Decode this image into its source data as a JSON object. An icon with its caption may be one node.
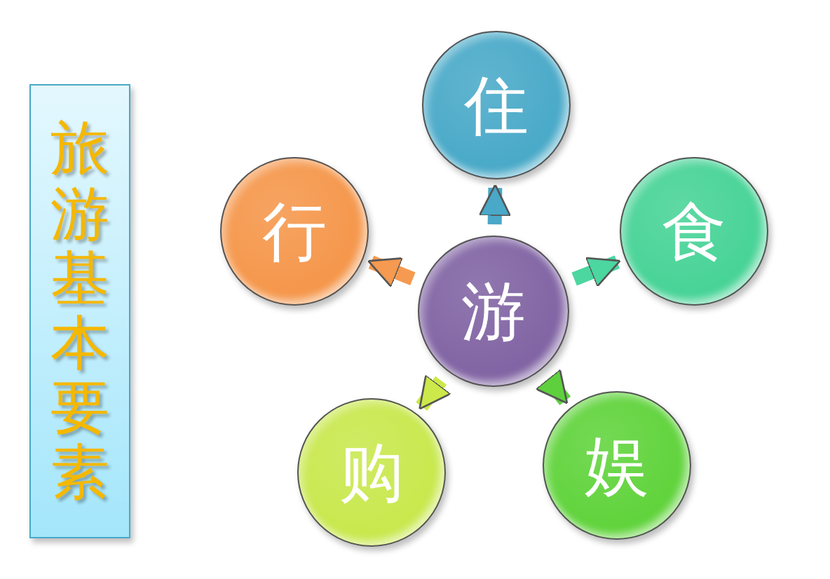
{
  "diagram": {
    "title": "旅游基本要素",
    "nodes": [
      {
        "text": [
          "游"
        ]
      },
      {
        "text": [
          "住"
        ]
      },
      {
        "text": [
          "食"
        ]
      },
      {
        "text": [
          "娱"
        ]
      },
      {
        "text": [
          "购"
        ]
      },
      {
        "text": [
          "行"
        ]
      }
    ],
    "edges": [
      {
        "from": 0,
        "to": 1,
        "arrow": "to",
        "color": "#4aa8c8"
      },
      {
        "from": 0,
        "to": 2,
        "arrow": "to",
        "color": "#4cd6a0"
      },
      {
        "from": 0,
        "to": 3,
        "arrow": "to",
        "color": "#5ed03e"
      },
      {
        "from": 0,
        "to": 4,
        "arrow": "to",
        "color": "#cce84a"
      },
      {
        "from": 0,
        "to": 5,
        "arrow": "to",
        "color": "#f59a50"
      }
    ]
  }
}
